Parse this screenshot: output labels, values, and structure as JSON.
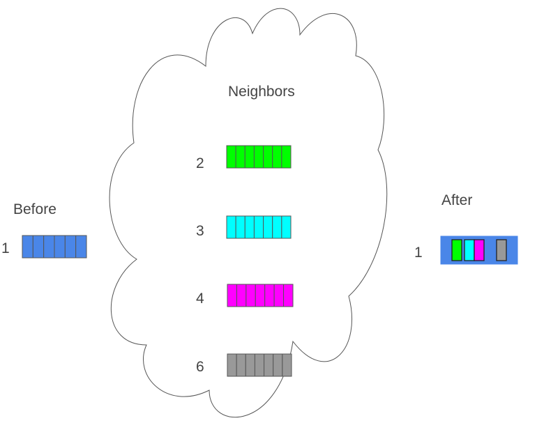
{
  "neighbors_label": "Neighbors",
  "before_label": "Before",
  "after_label": "After",
  "before_node": {
    "id": "1",
    "color": "#4a86e8",
    "cells": 6
  },
  "neighbors": [
    {
      "id": "2",
      "color": "#00ff00",
      "cells": 7
    },
    {
      "id": "3",
      "color": "#00ffff",
      "cells": 7
    },
    {
      "id": "4",
      "color": "#ff00ff",
      "cells": 7
    },
    {
      "id": "6",
      "color": "#999999",
      "cells": 7
    }
  ],
  "after_node": {
    "id": "1",
    "background": "#4a86e8",
    "aggregated_colors": [
      "#00ff00",
      "#00ffff",
      "#ff00ff",
      "#999999"
    ]
  }
}
